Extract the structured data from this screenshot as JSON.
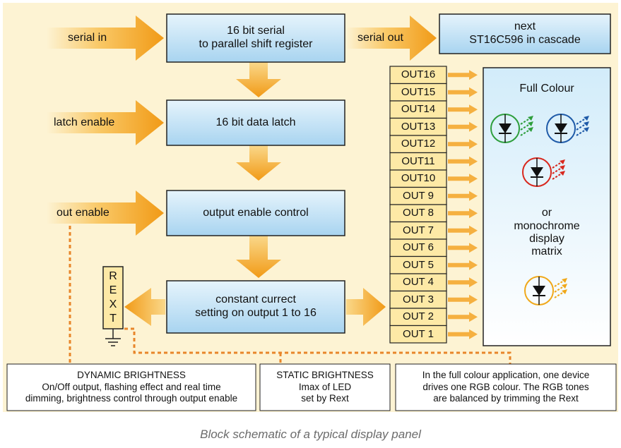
{
  "inputs": {
    "serial_in": "serial in",
    "latch_enable": "latch enable",
    "out_enable": "out enable",
    "serial_out": "serial out"
  },
  "blocks": {
    "shift_register": "16 bit serial\nto parallel shift register",
    "data_latch": "16 bit data latch",
    "output_enable": "output enable control",
    "constant_current": "constant currect\nsetting on output 1 to 16",
    "next_device": "next\nST16C596 in cascade"
  },
  "rext_letters": [
    "R",
    "E",
    "X",
    "T"
  ],
  "outputs": [
    "OUT16",
    "OUT15",
    "OUT14",
    "OUT13",
    "OUT12",
    "OUT11",
    "OUT10",
    "OUT 9",
    "OUT 8",
    "OUT 7",
    "OUT 6",
    "OUT 5",
    "OUT 4",
    "OUT 3",
    "OUT 2",
    "OUT 1"
  ],
  "panel": {
    "title": "Full Colour",
    "alt_text": "or\nmonochrome\ndisplay\nmatrix",
    "led_colors": [
      "#2e9e3c",
      "#1e5aa8",
      "#d8281e",
      "#f0a81a"
    ]
  },
  "notes": {
    "dynamic": "DYNAMIC BRIGHTNESS\nOn/Off output, flashing effect and real time\ndimming, brightness control through output enable",
    "static": "STATIC BRIGHTNESS\nImax of LED\nset by Rext",
    "rgb": "In the full colour application, one device\ndrives one RGB colour. The RGB tones\nare balanced by trimming the Rext"
  },
  "caption": "Block schematic of a typical display panel",
  "colors": {
    "background": "#fdf3d3",
    "block_fill": "#bfe1f5",
    "arrow": "#f5a623",
    "out_box": "#fde9a6",
    "dashed": "#e8862a"
  }
}
